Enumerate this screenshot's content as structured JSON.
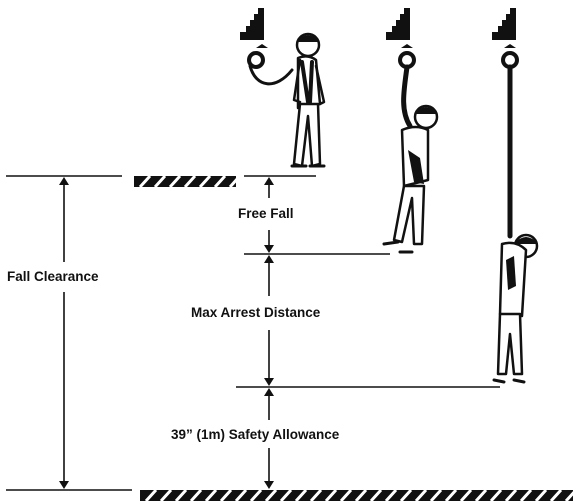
{
  "labels": {
    "fall_clearance": "Fall Clearance",
    "free_fall": "Free Fall",
    "max_arrest_distance": "Max Arrest Distance",
    "safety_allowance": "39” (1m) Safety Allowance"
  },
  "colors": {
    "ink": "#111111",
    "background": "#ffffff"
  },
  "icons": [
    "anchor-icon",
    "worker-icon",
    "hatched-ground-icon",
    "arrow-icon"
  ]
}
